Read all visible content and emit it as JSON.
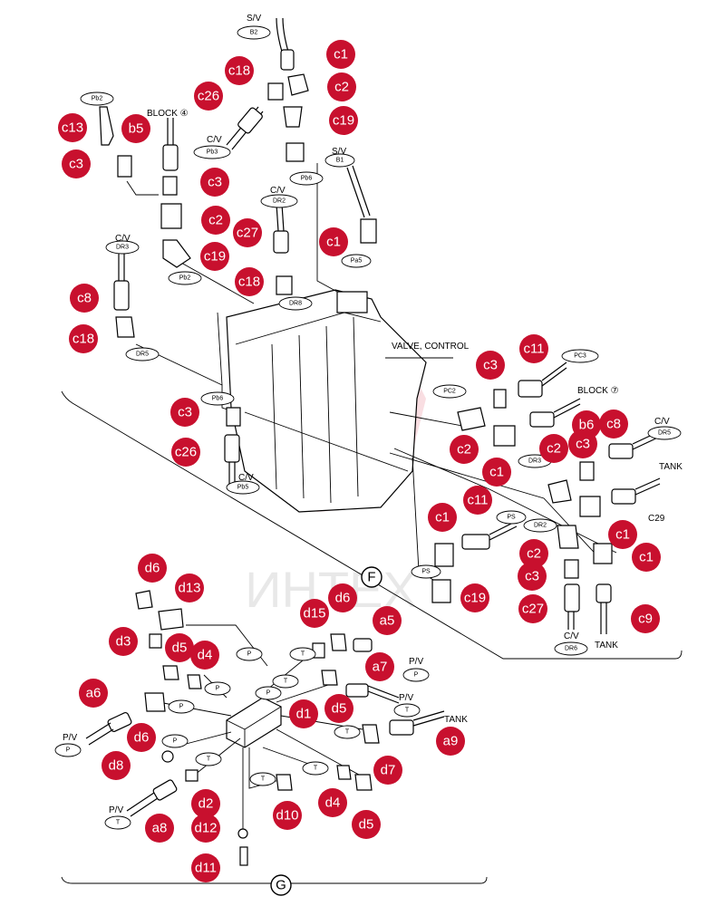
{
  "diagram": {
    "section_markers": [
      "F",
      "G"
    ],
    "watermark_text": "ИНТЕХ",
    "valve_label": "VALVE, CONTROL",
    "block4_label": "BLOCK ④",
    "block7_label": "BLOCK ⑦",
    "accent_color": "#c8102e",
    "text_labels": {
      "sv1": "S/V",
      "cv_pb3": "C/V",
      "cv_dr2": "C/V",
      "sv2": "S/V",
      "cv_dr3": "C/V",
      "cv_pb5": "C/V",
      "cv_dr5": "C/V",
      "tank1": "TANK",
      "c29": "C29",
      "cv_dr8": "C/V",
      "tank2": "TANK",
      "pv1": "P/V",
      "pv2": "P/V",
      "tank3": "TANK",
      "pv3": "P/V",
      "pv4": "P/V"
    },
    "ovals": {
      "B2": "B2",
      "Pb3a": "Pb3",
      "Pb2a": "Pb2",
      "B1": "B1",
      "Pb6a": "Pb6",
      "DR2": "DR2",
      "Pa5": "Pa5",
      "Pb2b": "Pb2",
      "DR8": "DR8",
      "DR3": "DR3",
      "DR5a": "DR5",
      "Pb6b": "Pb6",
      "Pb5": "Pb5",
      "PC3": "PC3",
      "PC2": "PC2",
      "DR5b": "DR5",
      "DR3b": "DR3",
      "PS1": "PS",
      "DR2b": "DR2",
      "PS2": "PS",
      "DR6": "DR6",
      "Pa": "P",
      "Pb": "P",
      "Pc": "P",
      "Pd": "P",
      "Pe": "P",
      "Pf": "P",
      "Pg": "P",
      "Ta": "T",
      "Tb": "T",
      "Tc": "T",
      "Td": "T",
      "Te": "T",
      "Tf": "T",
      "Tg": "T",
      "Th": "T"
    },
    "callouts": {
      "c1a": "c1",
      "c18a": "c18",
      "c2a": "c2",
      "c26a": "c26",
      "c19a": "c19",
      "c13": "c13",
      "b5": "b5",
      "c3a": "c3",
      "c3b": "c3",
      "c2b": "c2",
      "c27a": "c27",
      "c1b": "c1",
      "c19b": "c19",
      "c18b": "c18",
      "c8a": "c8",
      "c18c": "c18",
      "c3c": "c3",
      "c11a": "c11",
      "c3d": "c3",
      "c26b": "c26",
      "b6": "b6",
      "c8b": "c8",
      "c2c": "c2",
      "c3e": "c3",
      "c2d": "c2",
      "c1c": "c1",
      "c1d": "c1",
      "c11b": "c11",
      "c2e": "c2",
      "c1e": "c1",
      "c1f": "c1",
      "c3f": "c3",
      "c19c": "c19",
      "c27b": "c27",
      "c9": "c9",
      "d6a": "d6",
      "d13": "d13",
      "d15": "d15",
      "d6b": "d6",
      "a5": "a5",
      "d3": "d3",
      "d5a": "d5",
      "d4a": "d4",
      "a7": "a7",
      "a6": "a6",
      "d5b": "d5",
      "d1": "d1",
      "d6c": "d6",
      "a9": "a9",
      "d8": "d8",
      "d7": "d7",
      "d2": "d2",
      "d4b": "d4",
      "a8": "a8",
      "d10": "d10",
      "d5c": "d5",
      "d12": "d12",
      "d11": "d11"
    }
  }
}
